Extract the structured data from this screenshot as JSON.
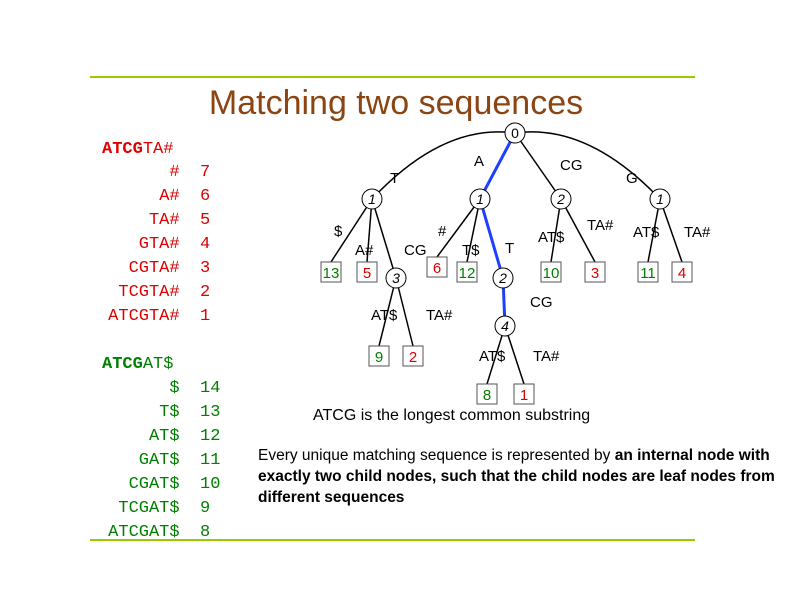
{
  "title": "Matching two sequences",
  "seq1": {
    "head_bold": "ATCG",
    "head_rest": "TA#",
    "suffixes": [
      {
        "s": "#",
        "n": "7"
      },
      {
        "s": "A#",
        "n": "6"
      },
      {
        "s": "TA#",
        "n": "5"
      },
      {
        "s": "GTA#",
        "n": "4"
      },
      {
        "s": "CGTA#",
        "n": "3"
      },
      {
        "s": "TCGTA#",
        "n": "2"
      },
      {
        "s": "ATCGTA#",
        "n": "1"
      }
    ]
  },
  "seq2": {
    "head_bold": "ATCG",
    "head_rest": "AT$",
    "suffixes": [
      {
        "s": "$",
        "n": "14"
      },
      {
        "s": "T$",
        "n": "13"
      },
      {
        "s": "AT$",
        "n": "12"
      },
      {
        "s": "GAT$",
        "n": "11"
      },
      {
        "s": "CGAT$",
        "n": "10"
      },
      {
        "s": "TCGAT$",
        "n": "9"
      },
      {
        "s": "ATCGAT$",
        "n": "8"
      }
    ]
  },
  "tree": {
    "nodes": [
      {
        "id": "root",
        "label": "0"
      },
      {
        "id": "t",
        "label": "1"
      },
      {
        "id": "a",
        "label": "1"
      },
      {
        "id": "cg",
        "label": "2"
      },
      {
        "id": "g",
        "label": "1"
      },
      {
        "id": "tcg",
        "label": "3"
      },
      {
        "id": "at",
        "label": "2"
      },
      {
        "id": "atcg",
        "label": "4"
      }
    ],
    "leaves": [
      {
        "id": "l13",
        "label": "13",
        "seq": 2
      },
      {
        "id": "l5",
        "label": "5",
        "seq": 1
      },
      {
        "id": "l9",
        "label": "9",
        "seq": 2
      },
      {
        "id": "l2",
        "label": "2",
        "seq": 1
      },
      {
        "id": "l6",
        "label": "6",
        "seq": 1
      },
      {
        "id": "l12",
        "label": "12",
        "seq": 2
      },
      {
        "id": "l8",
        "label": "8",
        "seq": 2
      },
      {
        "id": "l1",
        "label": "1",
        "seq": 1
      },
      {
        "id": "l10",
        "label": "10",
        "seq": 2
      },
      {
        "id": "l3",
        "label": "3",
        "seq": 1
      },
      {
        "id": "l11",
        "label": "11",
        "seq": 2
      },
      {
        "id": "l4",
        "label": "4",
        "seq": 1
      }
    ],
    "edge_labels": {
      "root_t": "T",
      "root_a": "A",
      "root_cg": "CG",
      "root_g": "G",
      "t_l13": "$",
      "t_l5": "A#",
      "t_tcg": "CG",
      "tcg_l9": "AT$",
      "tcg_l2": "TA#",
      "a_l6": "#",
      "a_l12": "T$",
      "a_at": "T",
      "at_atcg": "CG",
      "atcg_l8": "AT$",
      "atcg_l1": "TA#",
      "cg_l10": "AT$",
      "cg_l3": "TA#",
      "g_l11": "AT$",
      "g_l4": "TA#"
    },
    "colors": {
      "seq1": "#e00000",
      "seq2": "#008000",
      "highlight": "#1f3fff"
    }
  },
  "caption_longest": "ATCG is the longest common substring",
  "explanation": {
    "plain": "Every unique matching sequence is represented by ",
    "bold": "an internal node with exactly two child nodes, such that the child nodes are leaf nodes from different sequences"
  }
}
